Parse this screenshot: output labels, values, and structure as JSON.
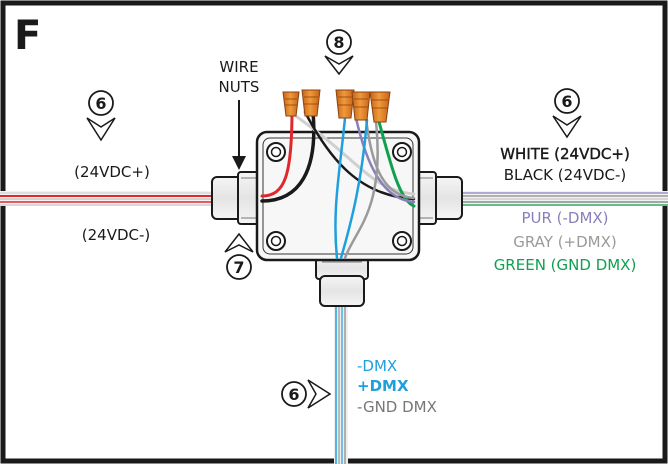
{
  "panel_letter": "F",
  "callouts": {
    "top_num": "8",
    "left_num": "6",
    "right_num": "6",
    "bottom_num": "6",
    "lower_num": "7"
  },
  "labels": {
    "wire_nuts_line1": "WIRE",
    "wire_nuts_line2": "NUTS",
    "left_pos": "(24VDC+)",
    "left_neg": "(24VDC-)",
    "right_white": "WHITE (24VDC+)",
    "right_black": "BLACK (24VDC-)",
    "pur": "PUR (-DMX)",
    "gray": "GRAY (+DMX)",
    "green": "GREEN (GND DMX)",
    "bot_neg_dmx": "-DMX",
    "bot_pos_dmx": "+DMX",
    "bot_gnd_dmx": "-GND DMX"
  },
  "colors": {
    "border": "#1a1a1a",
    "pur": "#8a7fb8",
    "gray": "#9a9a9a",
    "green": "#10a050",
    "blue": "#1fa0dc",
    "red": "#e0282c",
    "orange": "#e07a1e"
  }
}
